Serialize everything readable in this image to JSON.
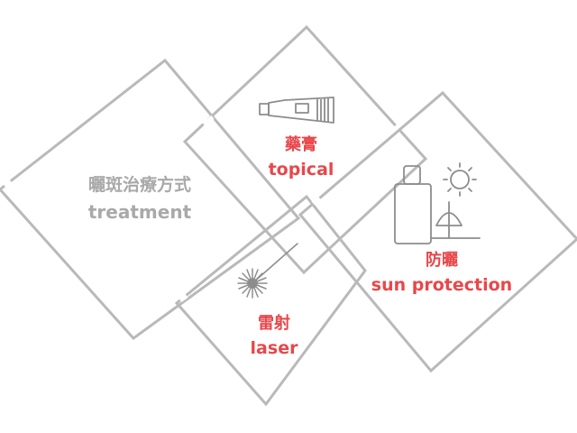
{
  "colors": {
    "outline": "#b9b9b9",
    "muted_text": "#a9a9a9",
    "accent_text": "#e8474a"
  },
  "main": {
    "title_zh": "曬斑治療方式",
    "title_en": "treatment"
  },
  "items": {
    "topical": {
      "label_zh": "藥膏",
      "label_en": "topical",
      "icon": "cream-tube-icon"
    },
    "sun_protection": {
      "label_zh": "防曬",
      "label_en": "sun protection",
      "icon": "sunscreen-bottle-umbrella-sun-icon"
    },
    "laser": {
      "label_zh": "雷射",
      "label_en": "laser",
      "icon": "laser-beam-icon"
    }
  }
}
